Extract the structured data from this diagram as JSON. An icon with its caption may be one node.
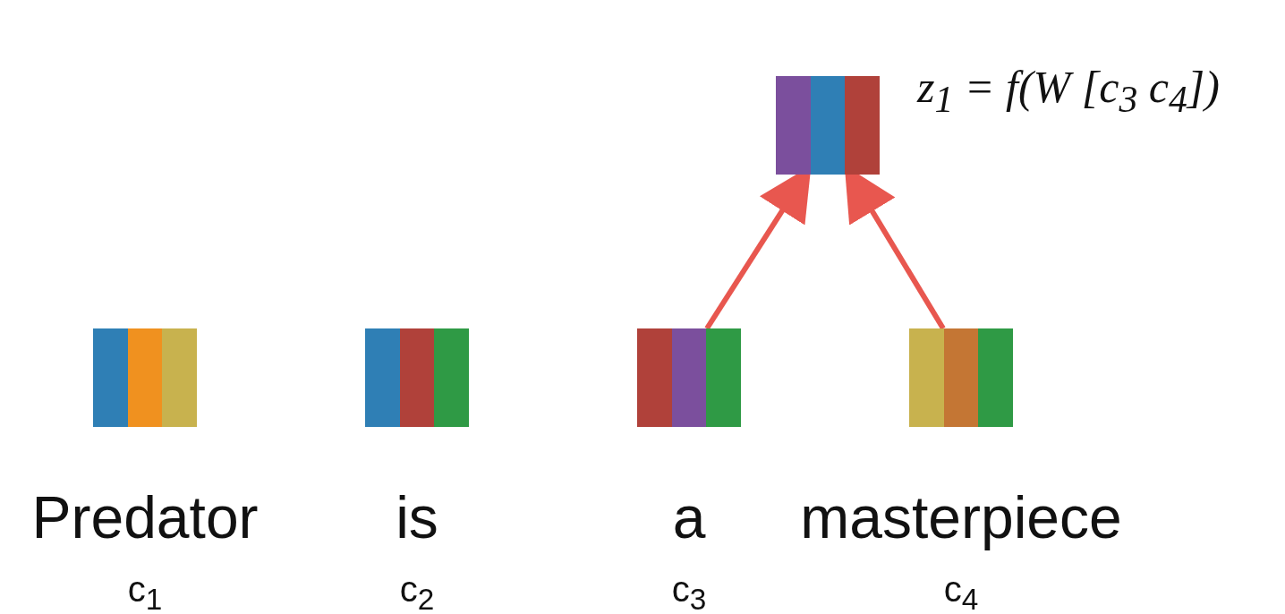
{
  "diagram": {
    "nodes": [
      {
        "text": [],
        "shape": "bar",
        "beside": [
          "z$_{1}$ = f(W [c$_{3}$ c$_{4}$])"
        ]
      },
      {
        "text": [],
        "shape": "bar",
        "beside": [
          "Predator",
          "c$_{1}$"
        ]
      },
      {
        "text": [],
        "shape": "bar",
        "beside": [
          "is",
          "c$_{2}$"
        ]
      },
      {
        "text": [],
        "shape": "bar",
        "beside": [
          "a",
          "c$_{3}$"
        ]
      },
      {
        "text": [],
        "shape": "bar",
        "beside": [
          "masterpiece",
          "c$_{4}$"
        ]
      }
    ],
    "edges": [
      {
        "from": 3,
        "to": 0,
        "arrow": "to"
      },
      {
        "from": 4,
        "to": 0,
        "arrow": "to"
      }
    ]
  }
}
